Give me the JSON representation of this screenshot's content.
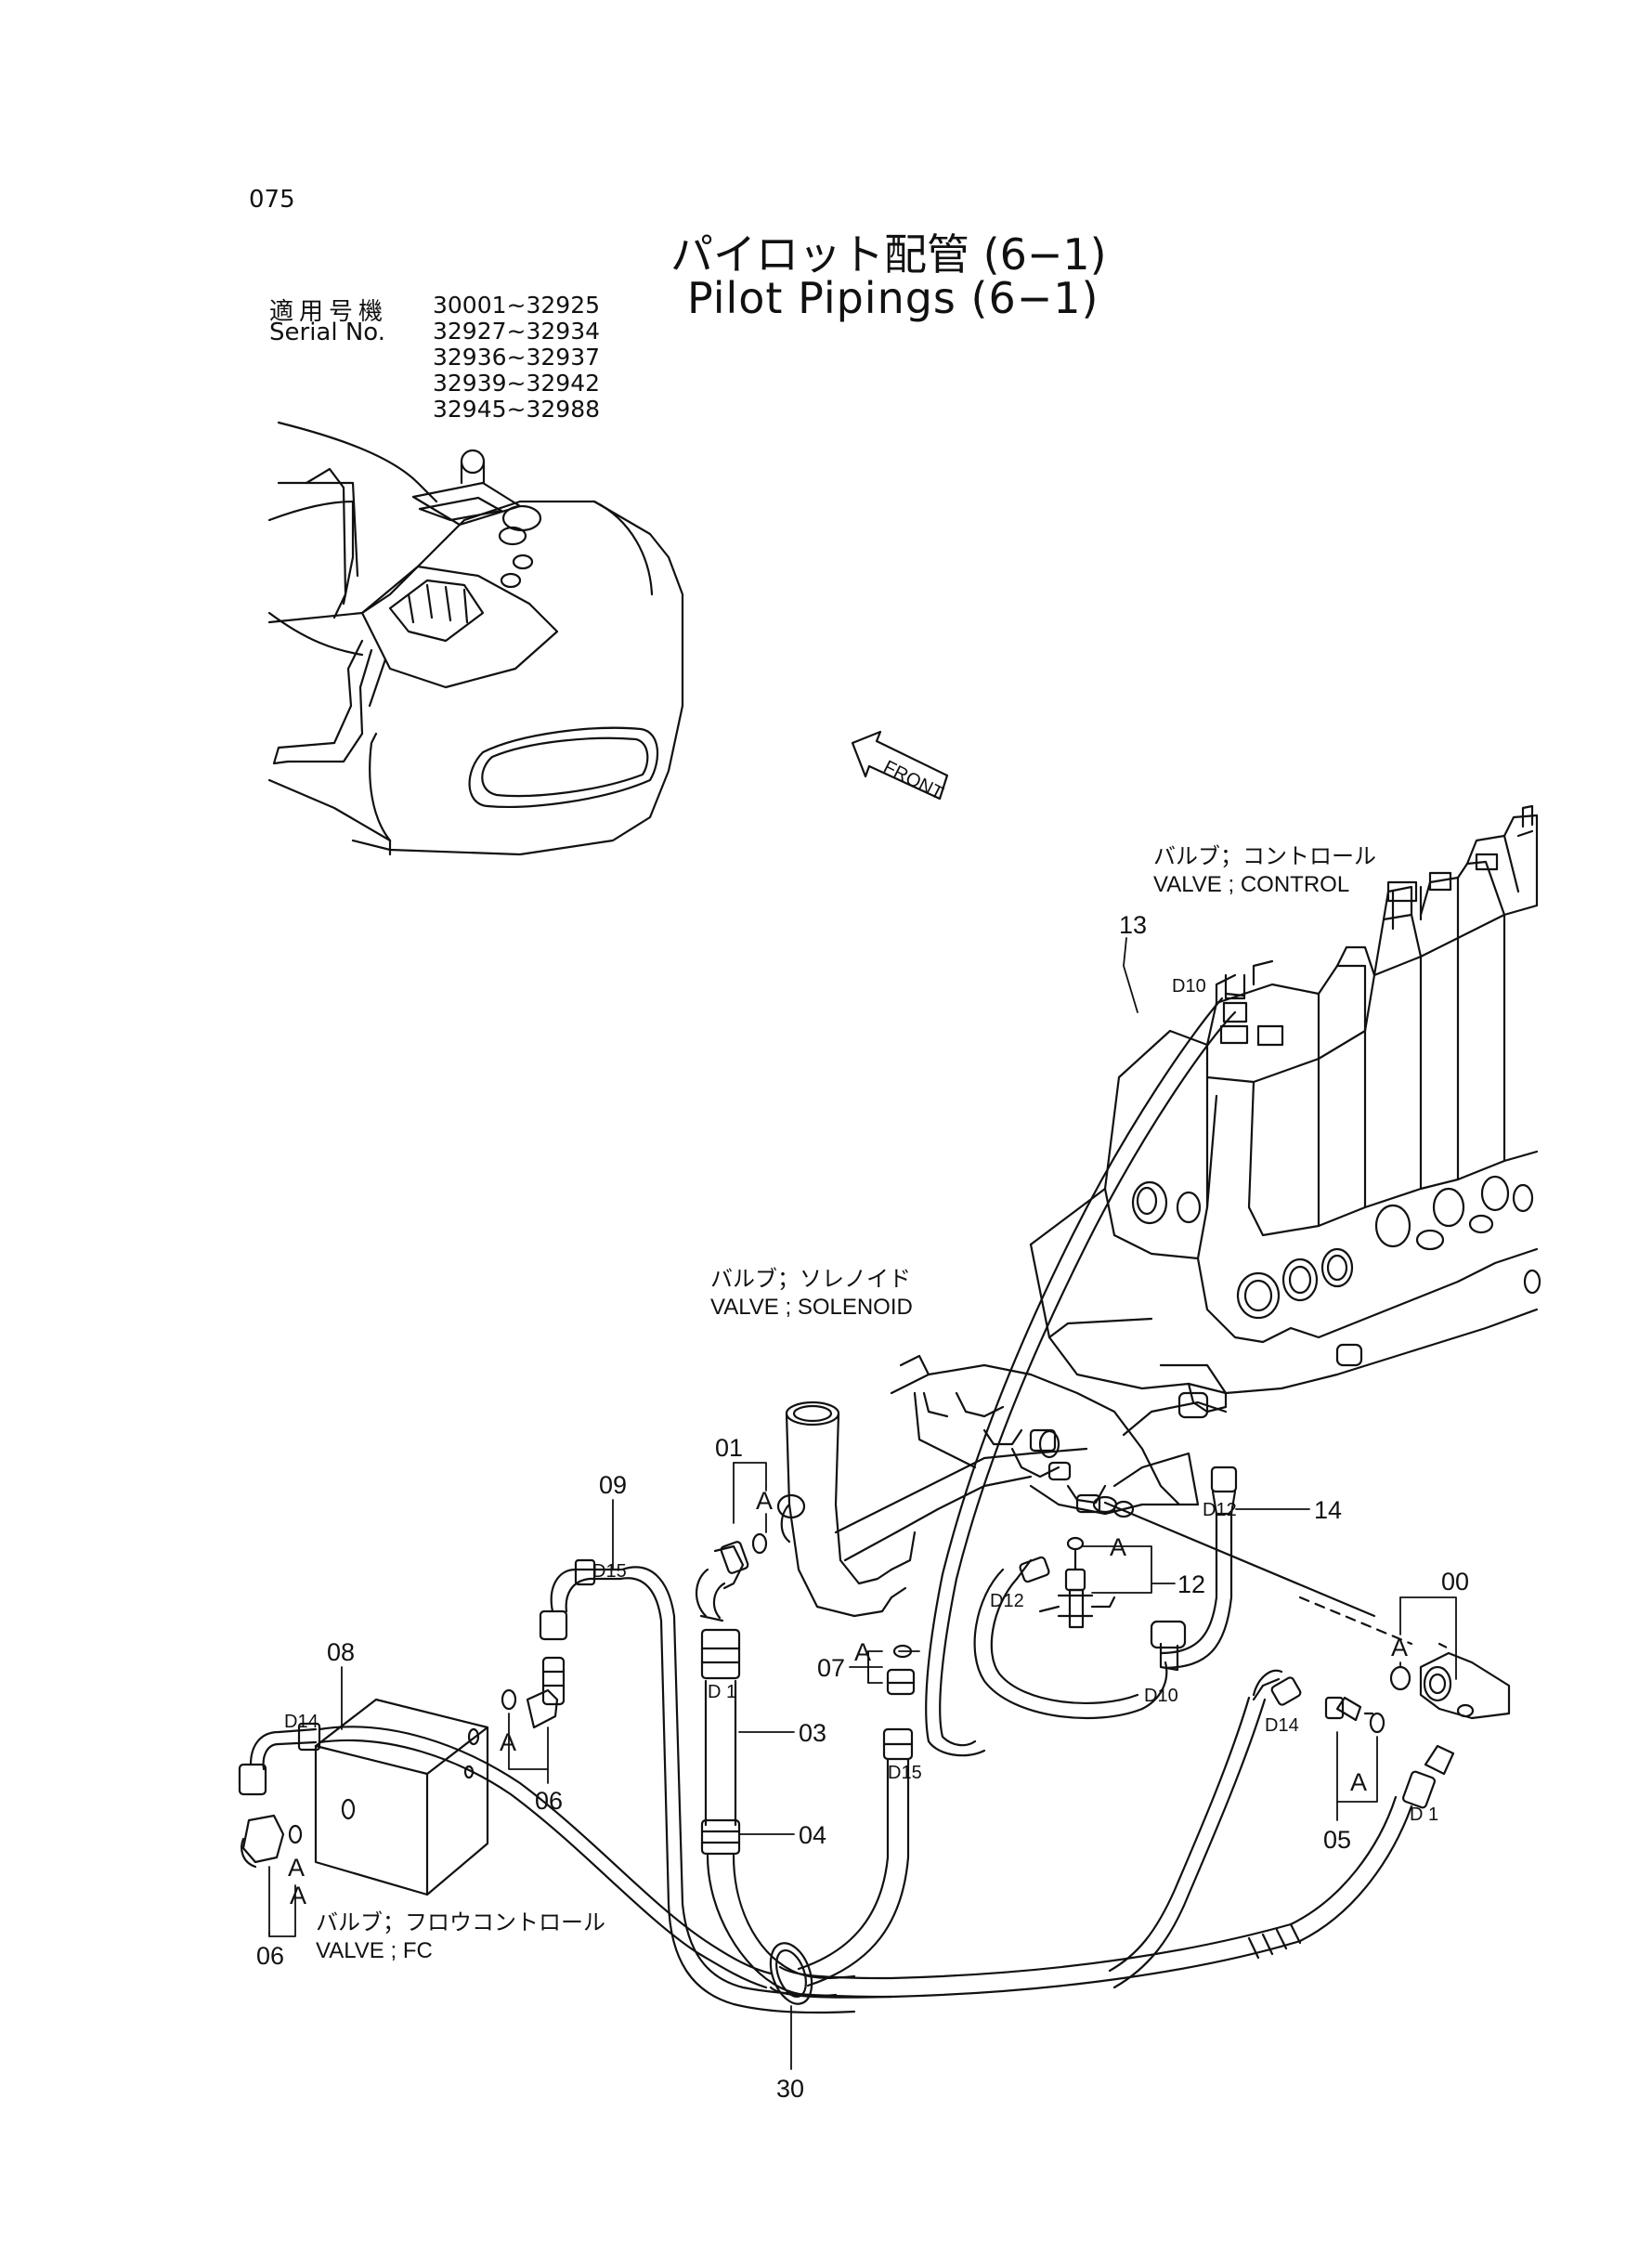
{
  "header": {
    "page_number": "075",
    "title_jp": "パイロット配管 (6−1)",
    "title_en": "Pilot Pipings (6−1)",
    "serial_label_jp": "適用号機",
    "serial_label_en": "Serial No.",
    "serial_ranges": [
      "30001~32925",
      "32927~32934",
      "32936~32937",
      "32939~32942",
      "32945~32988"
    ]
  },
  "front_label": "FRONT",
  "callouts": {
    "valve_control_jp": "バルブ；コントロール",
    "valve_control_en": "VALVE ; CONTROL",
    "valve_solenoid_jp": "バルブ；ソレノイド",
    "valve_solenoid_en": "VALVE ; SOLENOID",
    "valve_fc_jp": "バルブ；フロウコントロール",
    "valve_fc_en": "VALVE ; FC"
  },
  "part_numbers": {
    "p13": "13",
    "p01": "01",
    "p09": "09",
    "p08": "08",
    "p07": "07",
    "p03": "03",
    "p04": "04",
    "p06a": "06",
    "p06b": "06",
    "p14": "14",
    "p12": "12",
    "p00": "00",
    "p05": "05",
    "p30": "30"
  },
  "port_labels": {
    "d10a": "D10",
    "d15a": "D15",
    "d12a": "D12",
    "d12b": "D12",
    "d10b": "D10",
    "d1a": "D 1",
    "d15b": "D15",
    "d14a": "D14",
    "d14b": "D14",
    "d1b": "D 1"
  },
  "section_marks": {
    "a1": "A",
    "a2": "A",
    "a3": "A",
    "a4": "A",
    "a5": "A",
    "a6": "A",
    "a7": "A",
    "a8": "A"
  }
}
